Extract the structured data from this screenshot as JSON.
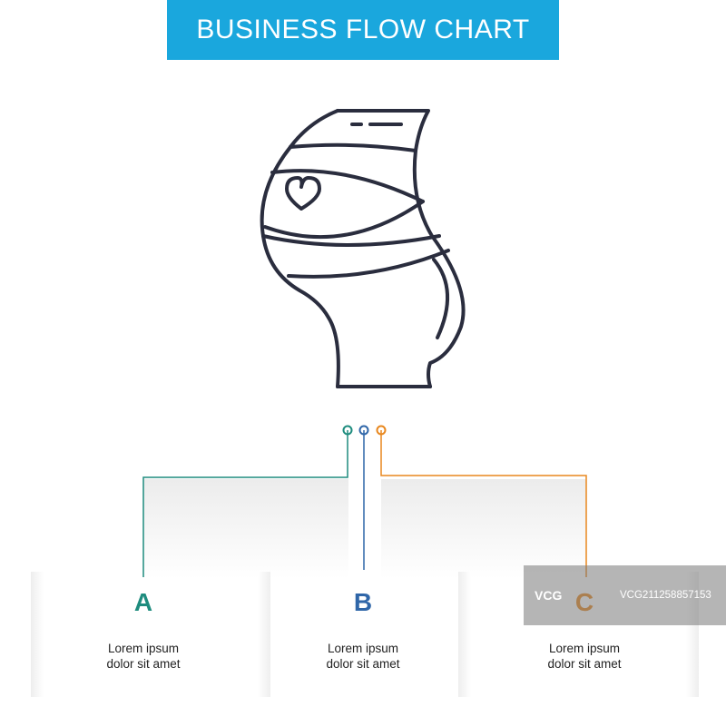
{
  "header": {
    "title": "BUSINESS FLOW CHART"
  },
  "main_icon": {
    "name": "pregnancy-icon",
    "stroke_color": "#2a2d3e"
  },
  "dots": [
    {
      "name": "A",
      "color": "#1e8c7e"
    },
    {
      "name": "B",
      "color": "#2f66a8"
    },
    {
      "name": "C",
      "color": "#e8871e"
    }
  ],
  "cards": [
    {
      "letter": "A",
      "line1": "Lorem ipsum",
      "line2": "dolor sit amet",
      "color": "#1e8c7e"
    },
    {
      "letter": "B",
      "line1": "Lorem ipsum",
      "line2": "dolor sit amet",
      "color": "#2f66a8"
    },
    {
      "letter": "C",
      "line1": "Lorem ipsum",
      "line2": "dolor sit amet",
      "color": "#e8871e"
    }
  ],
  "watermark": {
    "logo": "VCG",
    "text": "VCG211258857153"
  }
}
